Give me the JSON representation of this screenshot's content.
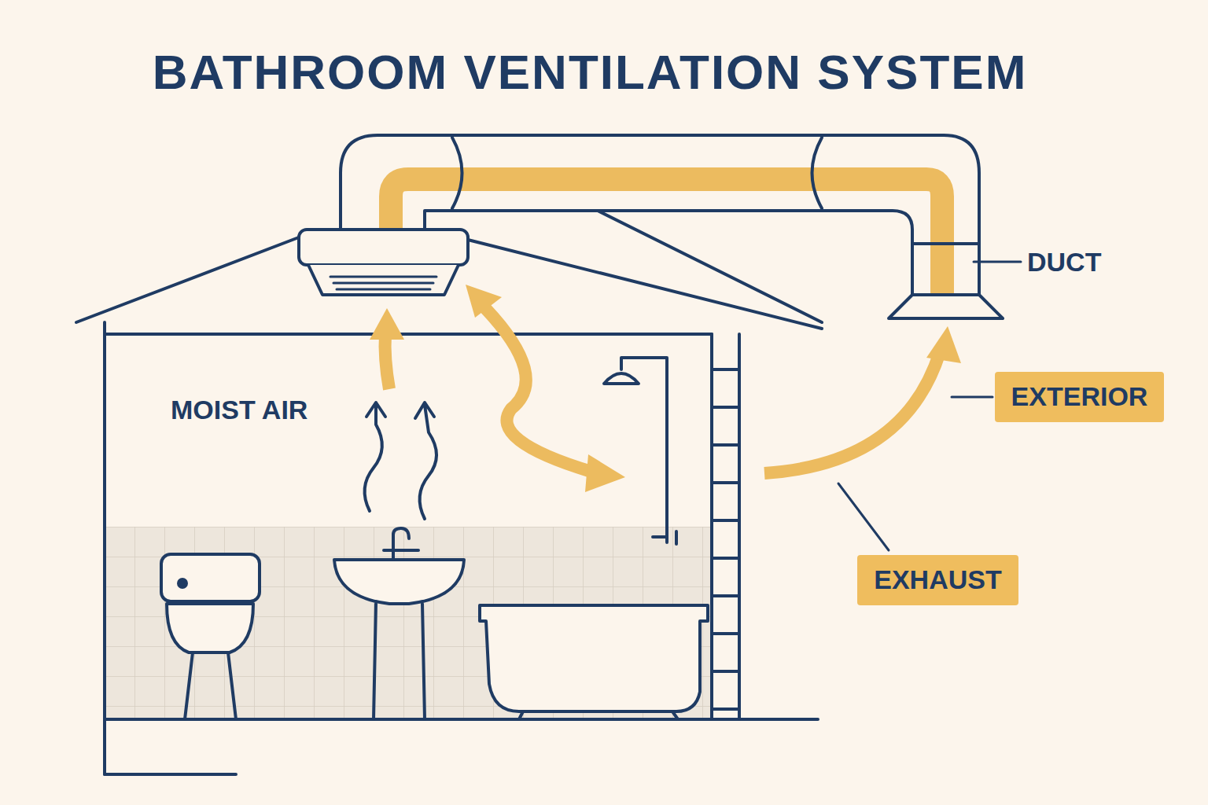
{
  "diagram": {
    "title": "BATHROOM VENTILATION SYSTEM",
    "nodes": [
      {
        "text": [
          "EXTERIOR"
        ]
      },
      {
        "text": [
          "EXHAUST"
        ]
      }
    ],
    "labels": [
      "MOIST AIR",
      "DUCT"
    ]
  }
}
